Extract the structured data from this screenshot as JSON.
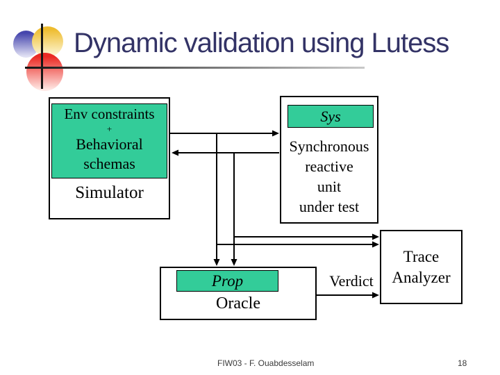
{
  "slide": {
    "title": "Dynamic validation using Lutess",
    "footer": "FIW03 - F. Ouabdesselam",
    "page_number": "18"
  },
  "colors": {
    "background": "#ffffff",
    "accent_green": "#33cc99",
    "title_text": "#333366",
    "line_black": "#000000",
    "logo_blue": "#4646ad",
    "logo_yellow": "#eebc2f",
    "logo_red": "#ea2a24"
  },
  "diagram": {
    "simulator": {
      "constraints_line1": "Env constraints",
      "constraints_plus": "+",
      "constraints_line2": "Behavioral",
      "constraints_line3": "schemas",
      "label": "Simulator"
    },
    "sys": {
      "header": "Sys",
      "lines": [
        "Synchronous",
        "reactive",
        "unit",
        "under test"
      ]
    },
    "oracle": {
      "header": "Prop",
      "label": "Oracle"
    },
    "trace_analyzer": {
      "lines": [
        "Trace",
        "Analyzer"
      ]
    },
    "verdict_label": "Verdict"
  }
}
